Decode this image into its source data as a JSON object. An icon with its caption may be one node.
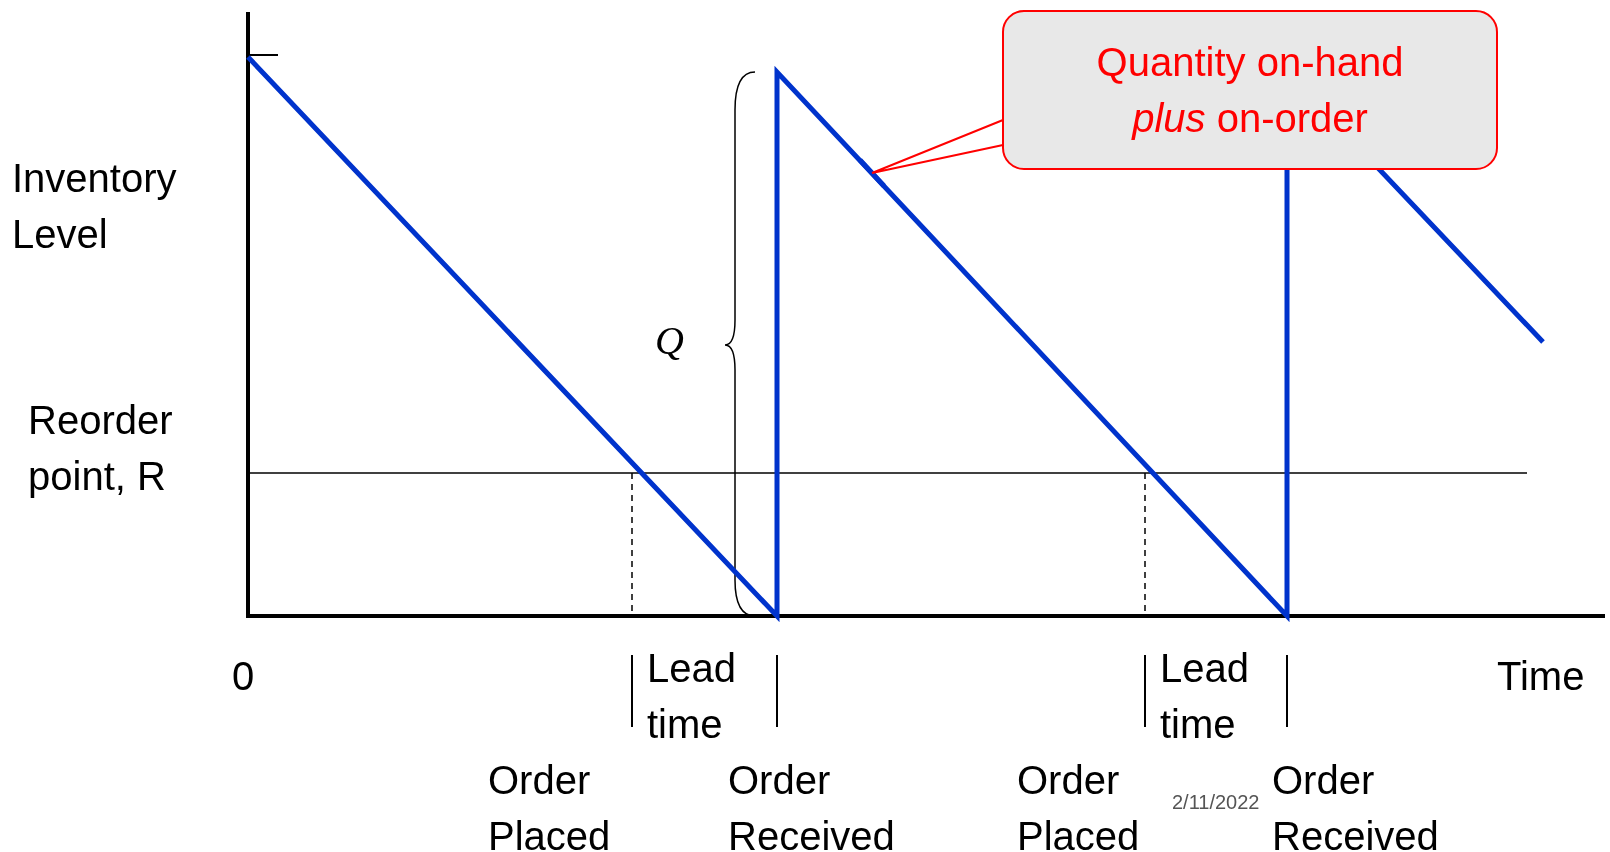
{
  "diagram": {
    "nodes": [
      {
        "text": [
          "Quantity on-hand *plus* on-order"
        ]
      },
      {
        "text": [],
        "shape": "line"
      }
    ],
    "edges": [
      {
        "from": 0,
        "to": 1,
        "arrow": "none"
      }
    ],
    "labels": [
      "Inventory Level",
      "Reorder point, R",
      "Q",
      "0",
      "Time",
      "Lead time",
      "Lead time",
      "Order Placed",
      "Order Received",
      "Order Placed",
      "Order Received",
      "2/11/2022"
    ]
  }
}
